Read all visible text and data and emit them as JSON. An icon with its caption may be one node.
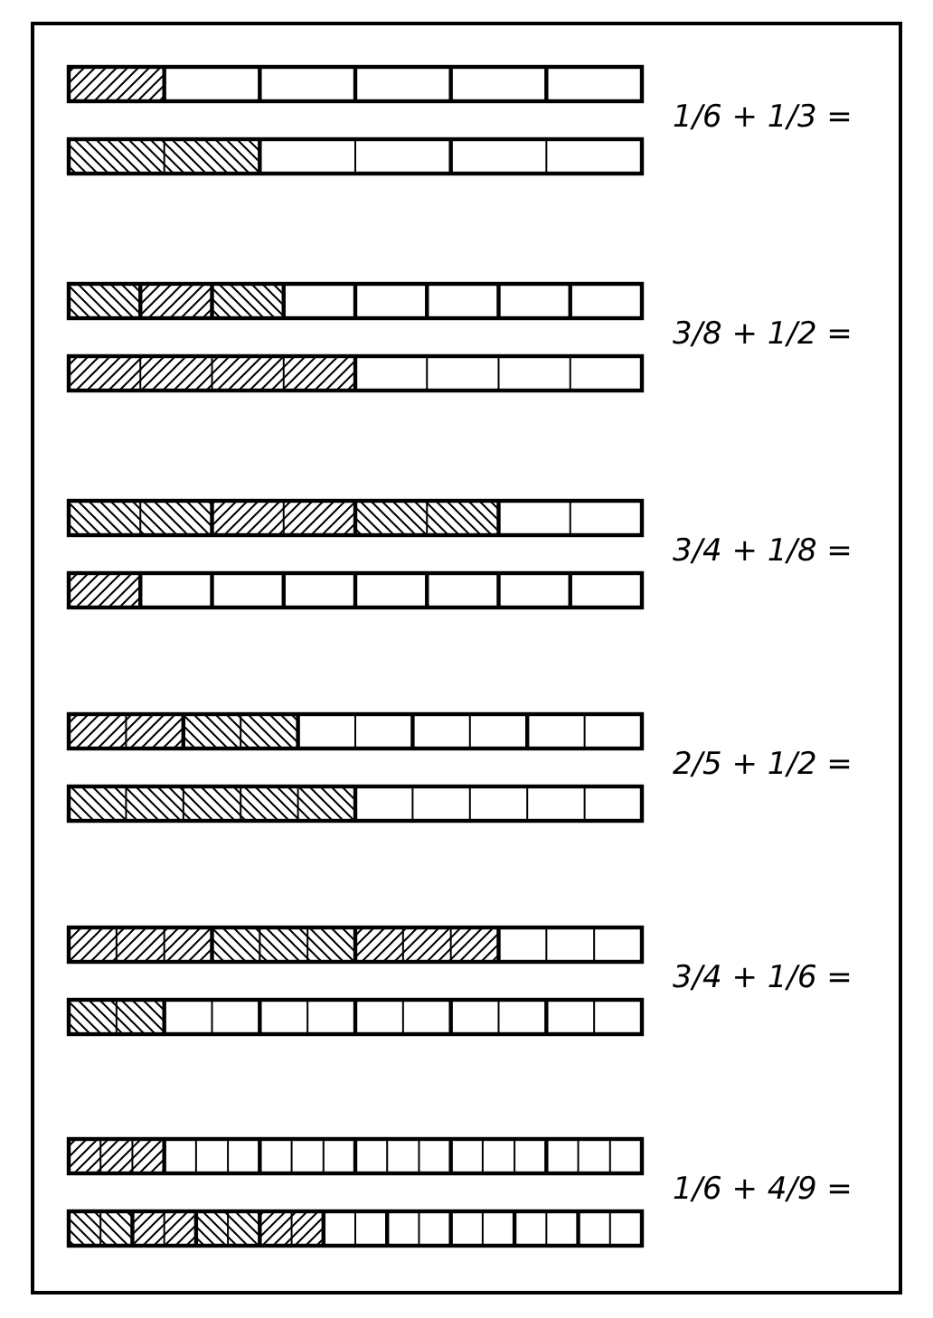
{
  "diagram": {
    "labels": [
      "1/6 + 1/3 =",
      "3/8 + 1/2 =",
      "3/4 + 1/8 =",
      "2/5 + 1/2 =",
      "3/4 + 1/6 =",
      "1/6 + 4/9 ="
    ]
  }
}
